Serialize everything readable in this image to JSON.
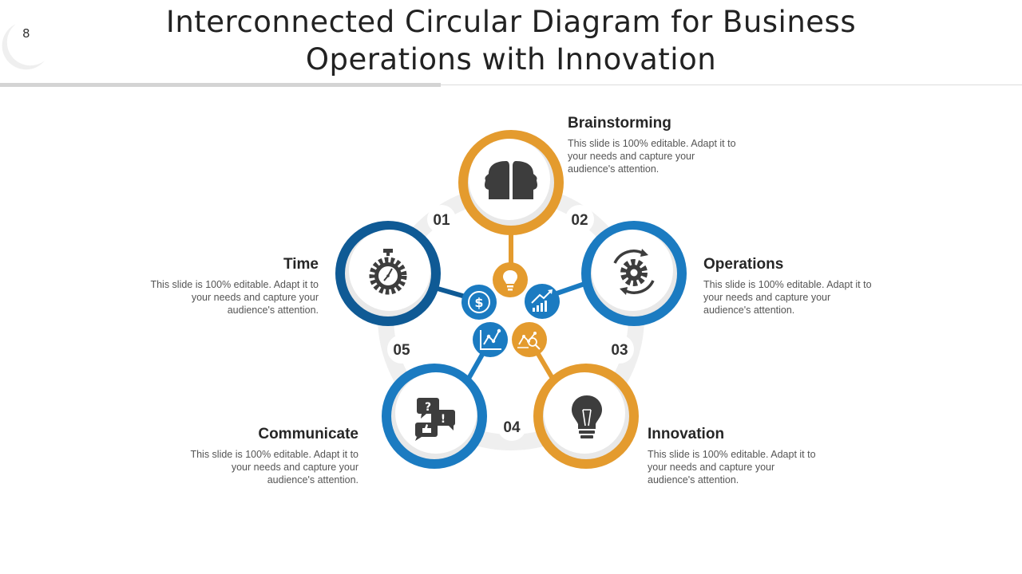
{
  "slide": {
    "page_number": "8",
    "title_line1": "Interconnected Circular Diagram for Business",
    "title_line2": "Operations with Innovation"
  },
  "colors": {
    "orange": "#E49B2E",
    "blue": "#1B7BC1",
    "dark_blue": "#0F5A95",
    "icon_gray": "#3D3D3D",
    "ring_gray": "#EFEFEF"
  },
  "steps": [
    {
      "number": "01",
      "title": "Brainstorming",
      "icon": "two-heads-icon",
      "color": "orange",
      "description": "This slide is 100% editable. Adapt it to your needs and capture your audience's attention."
    },
    {
      "number": "02",
      "title": "Operations",
      "icon": "gear-cycle-icon",
      "color": "blue",
      "description": "This slide is 100% editable. Adapt it to your needs and capture your audience's attention."
    },
    {
      "number": "03",
      "title": "Innovation",
      "icon": "lightbulb-icon",
      "color": "orange",
      "description": "This slide is 100% editable. Adapt it to your needs and capture your audience's attention."
    },
    {
      "number": "04",
      "title": "Communicate",
      "icon": "chat-bubbles-icon",
      "color": "blue",
      "description": "This slide is 100% editable. Adapt it to your needs and capture your audience's attention."
    },
    {
      "number": "05",
      "title": "Time",
      "icon": "stopwatch-gear-icon",
      "color": "dark_blue",
      "description": "This slide is 100% editable. Adapt it to your needs and capture your audience's attention."
    }
  ],
  "hub_icons": [
    "hub-lightbulb-icon",
    "hub-growth-chart-icon",
    "hub-analytics-icon",
    "hub-line-chart-icon",
    "hub-dollar-icon"
  ]
}
